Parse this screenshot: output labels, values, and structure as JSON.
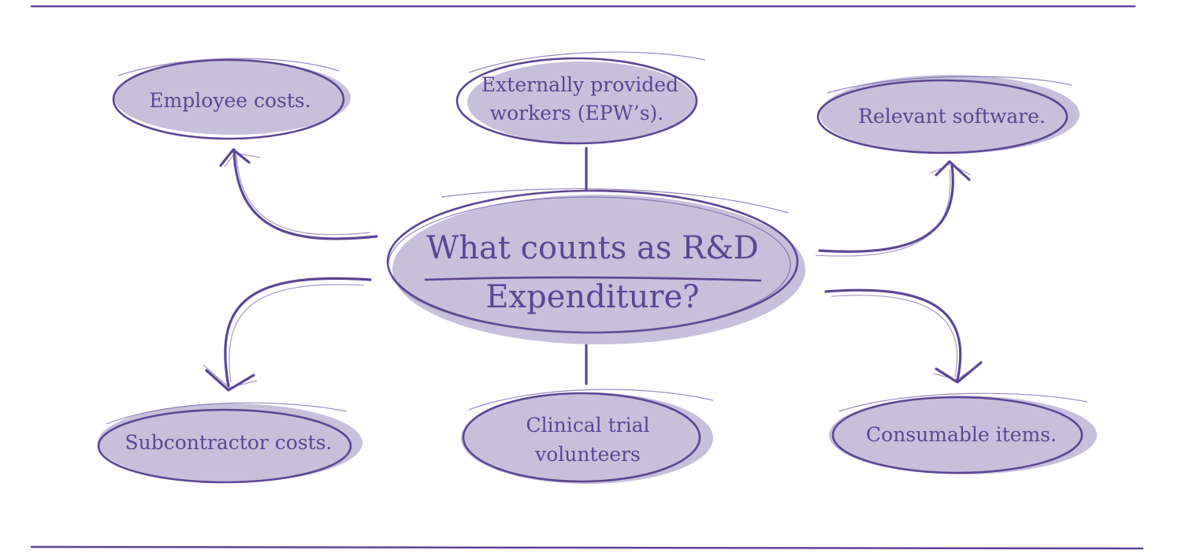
{
  "diagram": {
    "center": {
      "line1": "What counts as R&D",
      "line2": "Expenditure?"
    },
    "nodes": {
      "employee": {
        "lines": [
          "Employee costs."
        ]
      },
      "epw": {
        "lines": [
          "Externally provided",
          "workers (EPW’s)."
        ]
      },
      "software": {
        "lines": [
          "Relevant software."
        ]
      },
      "subcontractor": {
        "lines": [
          "Subcontractor costs."
        ]
      },
      "clinical": {
        "lines": [
          "Clinical trial",
          "volunteers"
        ]
      },
      "consumable": {
        "lines": [
          "Consumable items."
        ]
      }
    }
  },
  "colors": {
    "ink": "#5b4694",
    "fill": "#c6c0dc",
    "background": "#ffffff"
  }
}
